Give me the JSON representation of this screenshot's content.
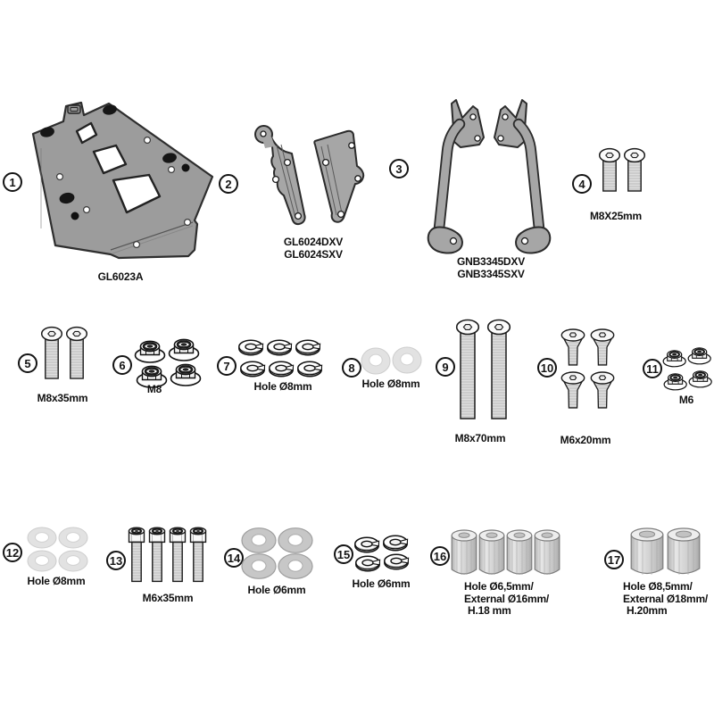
{
  "diagram": {
    "background": "#ffffff",
    "outline_color": "#2e2e2e",
    "metal_gray": "#9c9c9c",
    "parts": [
      {
        "number": "1",
        "item": "mounting-plate",
        "quantity": 1,
        "labels": [
          "GL6023A"
        ]
      },
      {
        "number": "2",
        "item": "side-brackets",
        "quantity": 2,
        "labels": [
          "GL6024DXV",
          "GL6024SXV"
        ]
      },
      {
        "number": "3",
        "item": "support-frames",
        "quantity": 2,
        "labels": [
          "GNB3345DXV",
          "GNB3345SXV"
        ]
      },
      {
        "number": "4",
        "item": "button-head-bolts",
        "quantity": 2,
        "labels": [
          "M8X25mm"
        ]
      },
      {
        "number": "5",
        "item": "button-head-bolts",
        "quantity": 2,
        "labels": [
          "M8x35mm"
        ]
      },
      {
        "number": "6",
        "item": "flange-nuts",
        "quantity": 4,
        "labels": [
          "M8"
        ]
      },
      {
        "number": "7",
        "item": "split-washers",
        "quantity": 6,
        "labels": [
          "Hole Ø8mm"
        ]
      },
      {
        "number": "8",
        "item": "flat-washers",
        "quantity": 2,
        "labels": [
          "Hole Ø8mm"
        ]
      },
      {
        "number": "9",
        "item": "button-head-bolts",
        "quantity": 2,
        "labels": [
          "M8x70mm"
        ]
      },
      {
        "number": "10",
        "item": "countersunk-screws",
        "quantity": 4,
        "labels": [
          "M6x20mm"
        ]
      },
      {
        "number": "11",
        "item": "flange-nuts",
        "quantity": 4,
        "labels": [
          "M6"
        ]
      },
      {
        "number": "12",
        "item": "flat-washers",
        "quantity": 4,
        "labels": [
          "Hole Ø8mm"
        ]
      },
      {
        "number": "13",
        "item": "socket-cap-screws",
        "quantity": 4,
        "labels": [
          "M6x35mm"
        ]
      },
      {
        "number": "14",
        "item": "flat-washers",
        "quantity": 4,
        "labels": [
          "Hole Ø6mm"
        ]
      },
      {
        "number": "15",
        "item": "split-washers",
        "quantity": 4,
        "labels": [
          "Hole Ø6mm"
        ]
      },
      {
        "number": "16",
        "item": "spacer-bushings",
        "quantity": 4,
        "labels": [
          "Hole Ø6,5mm/",
          "External Ø16mm/",
          "H.18 mm"
        ]
      },
      {
        "number": "17",
        "item": "spacer-bushings",
        "quantity": 2,
        "labels": [
          "Hole Ø8,5mm/",
          "External Ø18mm/",
          "H.20mm"
        ]
      }
    ]
  }
}
